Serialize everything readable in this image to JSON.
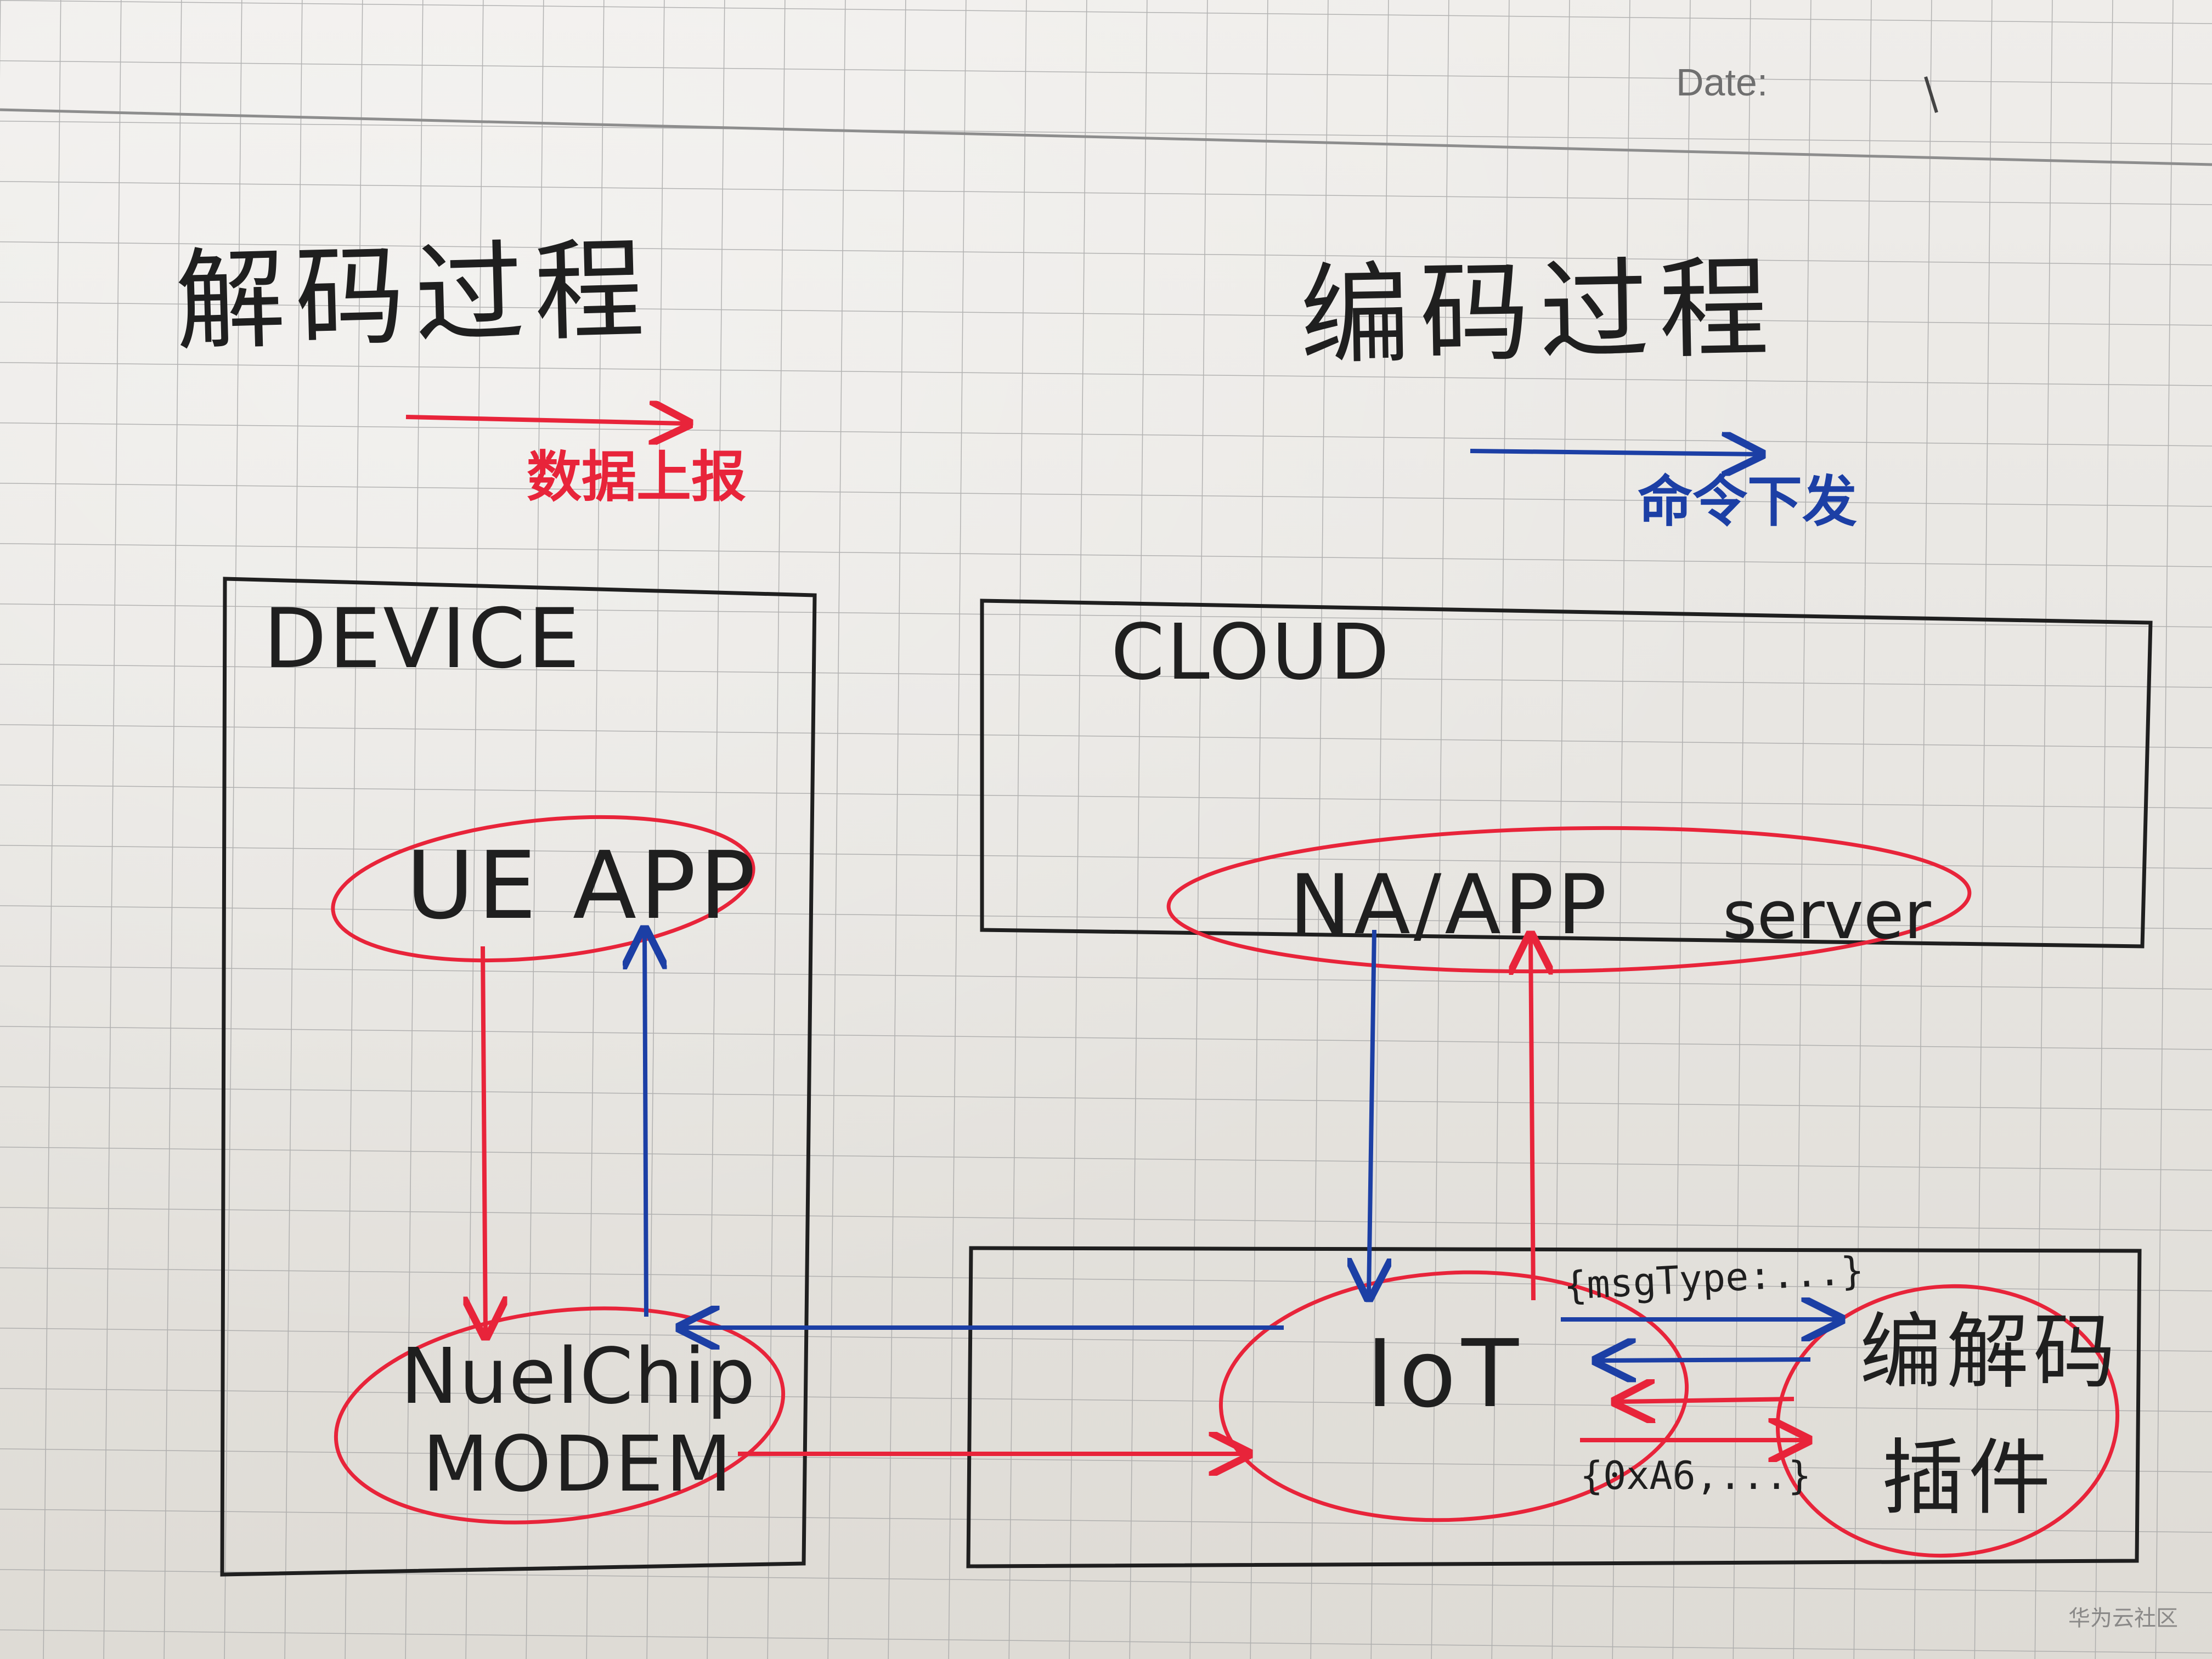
{
  "header": {
    "date_label": "Date:"
  },
  "titles": {
    "decode": "解码过程",
    "encode": "编码过程"
  },
  "legend": {
    "red_arrow_label": "数据上报",
    "blue_arrow_label": "命令下发",
    "red_color": "#e8243a",
    "blue_color": "#1c3fa5"
  },
  "boxes": {
    "device_title": "DEVICE",
    "cloud_title": "CLOUD"
  },
  "nodes": {
    "ue_app": "UE APP",
    "na_app": "NA/APP",
    "na_app_server": "server",
    "chip_line1": "NuelChip",
    "chip_line2": "MODEM",
    "iot": "IoT",
    "codec_line1": "编解码",
    "codec_line2": "插件"
  },
  "messages": {
    "json_message": "{msgType:...}",
    "binary_message": "{0xA6,...}"
  },
  "watermark": "华为云社区"
}
